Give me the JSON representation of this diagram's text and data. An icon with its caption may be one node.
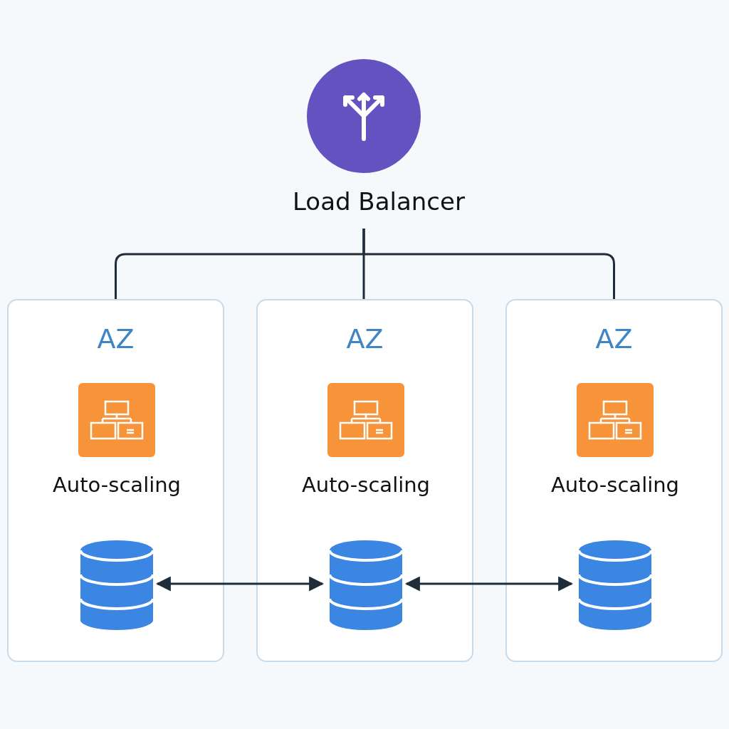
{
  "diagram": {
    "nodes": [
      {
        "text": [
          "Load Balancer"
        ]
      },
      {
        "text": [
          "AZ"
        ]
      },
      {
        "text": [
          "Auto-scaling"
        ],
        "in": 1
      },
      {
        "text": [],
        "shape": "cylinder",
        "in": 1
      },
      {
        "text": [
          "AZ"
        ]
      },
      {
        "text": [
          "Auto-scaling"
        ],
        "in": 4
      },
      {
        "text": [],
        "shape": "cylinder",
        "in": 4
      },
      {
        "text": [
          "AZ"
        ]
      },
      {
        "text": [
          "Auto-scaling"
        ],
        "in": 7
      },
      {
        "text": [],
        "shape": "cylinder",
        "in": 7
      }
    ],
    "edges": [
      {
        "from": 0,
        "to": 1,
        "arrow": "none"
      },
      {
        "from": 0,
        "to": 4,
        "arrow": "none"
      },
      {
        "from": 0,
        "to": 7,
        "arrow": "none"
      },
      {
        "from": 3,
        "to": 6,
        "arrow": "both"
      },
      {
        "from": 6,
        "to": 9,
        "arrow": "both"
      }
    ]
  }
}
